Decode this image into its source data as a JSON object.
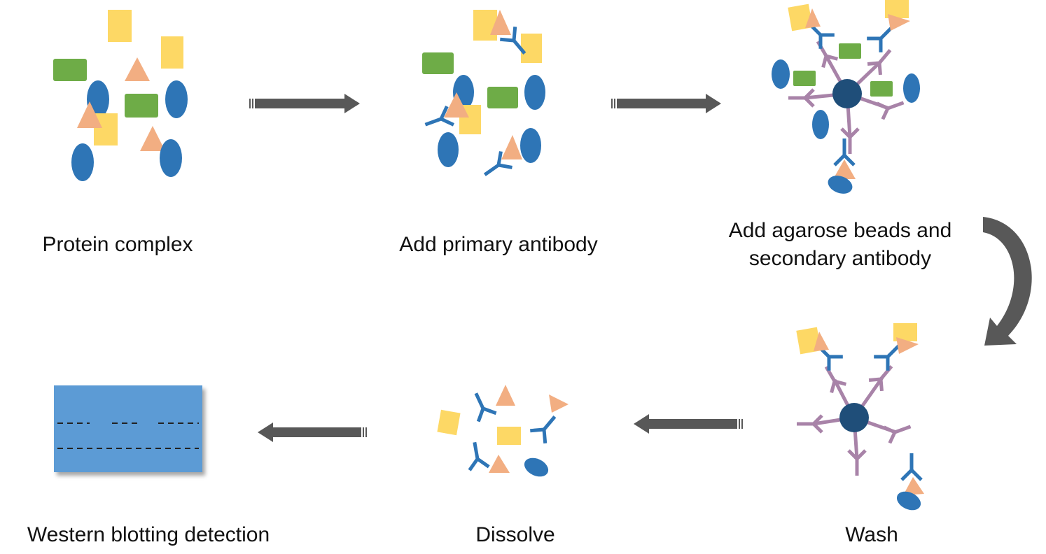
{
  "steps": [
    {
      "label": "Protein complex"
    },
    {
      "label": "Add primary antibody"
    },
    {
      "label_line1": "Add agarose beads and",
      "label_line2": "secondary antibody"
    },
    {
      "label": "Wash"
    },
    {
      "label": "Dissolve"
    },
    {
      "label": "Western blotting detection"
    }
  ],
  "colors": {
    "protein_yellow": "#FDD865",
    "protein_green": "#6EAC47",
    "protein_blue": "#2E75B6",
    "protein_peach": "#F2AE82",
    "antibody_blue": "#2E75B6",
    "secondary_antibody_purple": "#A883A8",
    "agarose_bead": "#1F4E79",
    "blot_membrane": "#5B9BD5",
    "arrow": "#585858"
  }
}
